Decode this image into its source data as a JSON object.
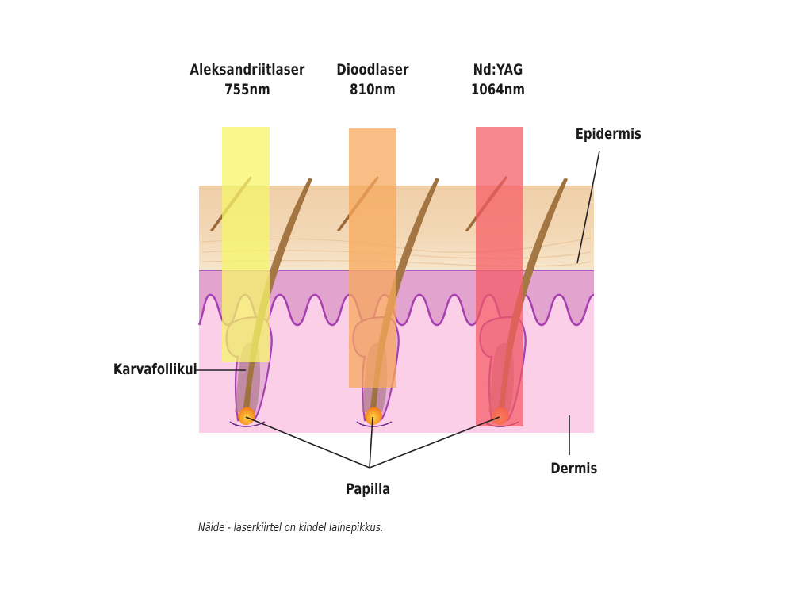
{
  "lasers": [
    {
      "name": "Aleksandriitlaser",
      "wavelength": "755nm",
      "color": "#f5f56a"
    },
    {
      "name": "Dioodlaser",
      "wavelength": "810nm",
      "color": "#f7a85c"
    },
    {
      "name": "Nd:YAG",
      "wavelength": "1064nm",
      "color": "#f55a64"
    }
  ],
  "labels": {
    "epidermis": "Epidermis",
    "dermis": "Dermis",
    "follicle": "Karvafollikul",
    "papilla": "Papilla"
  },
  "caption": "Näide - laserkiirtel on kindel lainepikkus.",
  "colors": {
    "epidermis": "#f3d9b8",
    "dermis_top": "#e2a3cf",
    "dermis": "#fccfe8",
    "hair": "#9a6a3a",
    "follicle_outline": "#a63fb0"
  }
}
